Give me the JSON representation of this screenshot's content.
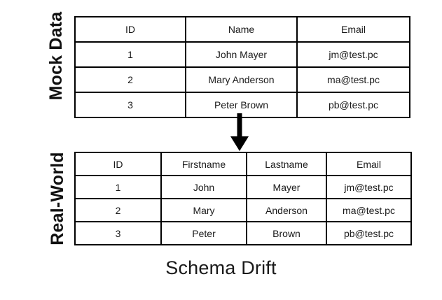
{
  "caption": "Schema Drift",
  "sections": [
    {
      "label": "Mock Data",
      "table": {
        "headers": [
          "ID",
          "Name",
          "Email"
        ],
        "rows": [
          [
            "1",
            "John Mayer",
            "jm@test.pc"
          ],
          [
            "2",
            "Mary Anderson",
            "ma@test.pc"
          ],
          [
            "3",
            "Peter Brown",
            "pb@test.pc"
          ]
        ]
      }
    },
    {
      "label": "Real-World",
      "table": {
        "headers": [
          "ID",
          "Firstname",
          "Lastname",
          "Email"
        ],
        "rows": [
          [
            "1",
            "John",
            "Mayer",
            "jm@test.pc"
          ],
          [
            "2",
            "Mary",
            "Anderson",
            "ma@test.pc"
          ],
          [
            "3",
            "Peter",
            "Brown",
            "pb@test.pc"
          ]
        ]
      }
    }
  ],
  "arrow": {
    "name": "down-arrow-icon",
    "direction": "down",
    "color": "#000000"
  },
  "colors": {
    "background": "#ffffff",
    "border": "#000000",
    "text": "#1a1a1a",
    "label": "#111111"
  }
}
